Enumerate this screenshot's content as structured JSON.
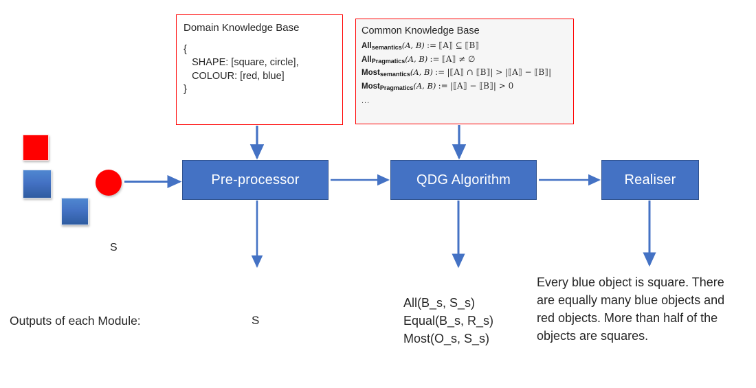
{
  "diagram": {
    "title": "QDG pipeline diagram",
    "colors": {
      "process_fill": "#4472c4",
      "process_border": "#2f528f",
      "kb_border": "#ff0000",
      "kb_fill_common": "#f6f6f6",
      "red_shape": "#ff0000",
      "blue_shape": "#4472c4",
      "text": "#262626"
    }
  },
  "domain_kb": {
    "title": "Domain Knowledge Base",
    "body": "{\n   SHAPE: [square, circle],\n   COLOUR: [red, blue]\n}"
  },
  "common_kb": {
    "title": "Common Knowledge Base",
    "formulas": [
      {
        "quantifier": "All",
        "subscript": "semantics",
        "args": "(A, B)",
        "operator": ":=",
        "expression": "⟦A⟧ ⊆ ⟦B⟧"
      },
      {
        "quantifier": "All",
        "subscript": "Pragmatics",
        "args": "(A, B)",
        "operator": ":=",
        "expression": "⟦A⟧ ≠ ∅"
      },
      {
        "quantifier": "Most",
        "subscript": "semantics",
        "args": "(A, B)",
        "operator": ":=",
        "expression": "|⟦A⟧ ∩ ⟦B⟧| > |⟦A⟧ − ⟦B⟧|"
      },
      {
        "quantifier": "Most",
        "subscript": "Pragmatics",
        "args": "(A, B)",
        "operator": ":=",
        "expression": "|⟦A⟧ − ⟦B⟧| > 0"
      }
    ],
    "more": "..."
  },
  "modules": {
    "preprocessor": "Pre-processor",
    "qdg": "QDG Algorithm",
    "realiser": "Realiser"
  },
  "scene": {
    "label": "S",
    "shapes": [
      {
        "name": "red-square",
        "kind": "square",
        "colour": "red"
      },
      {
        "name": "blue-square-1",
        "kind": "square",
        "colour": "blue"
      },
      {
        "name": "blue-square-2",
        "kind": "square",
        "colour": "blue"
      },
      {
        "name": "red-circle",
        "kind": "circle",
        "colour": "red"
      }
    ]
  },
  "outputs": {
    "caption": "Outputs of each Module:",
    "preprocessor_output": "S",
    "qdg_output": "All(B_s, S_s)\nEqual(B_s, R_s)\nMost(O_s, S_s)",
    "realiser_output": "Every blue object is square. There are equally many blue objects and red objects. More than half of the objects are squares."
  }
}
